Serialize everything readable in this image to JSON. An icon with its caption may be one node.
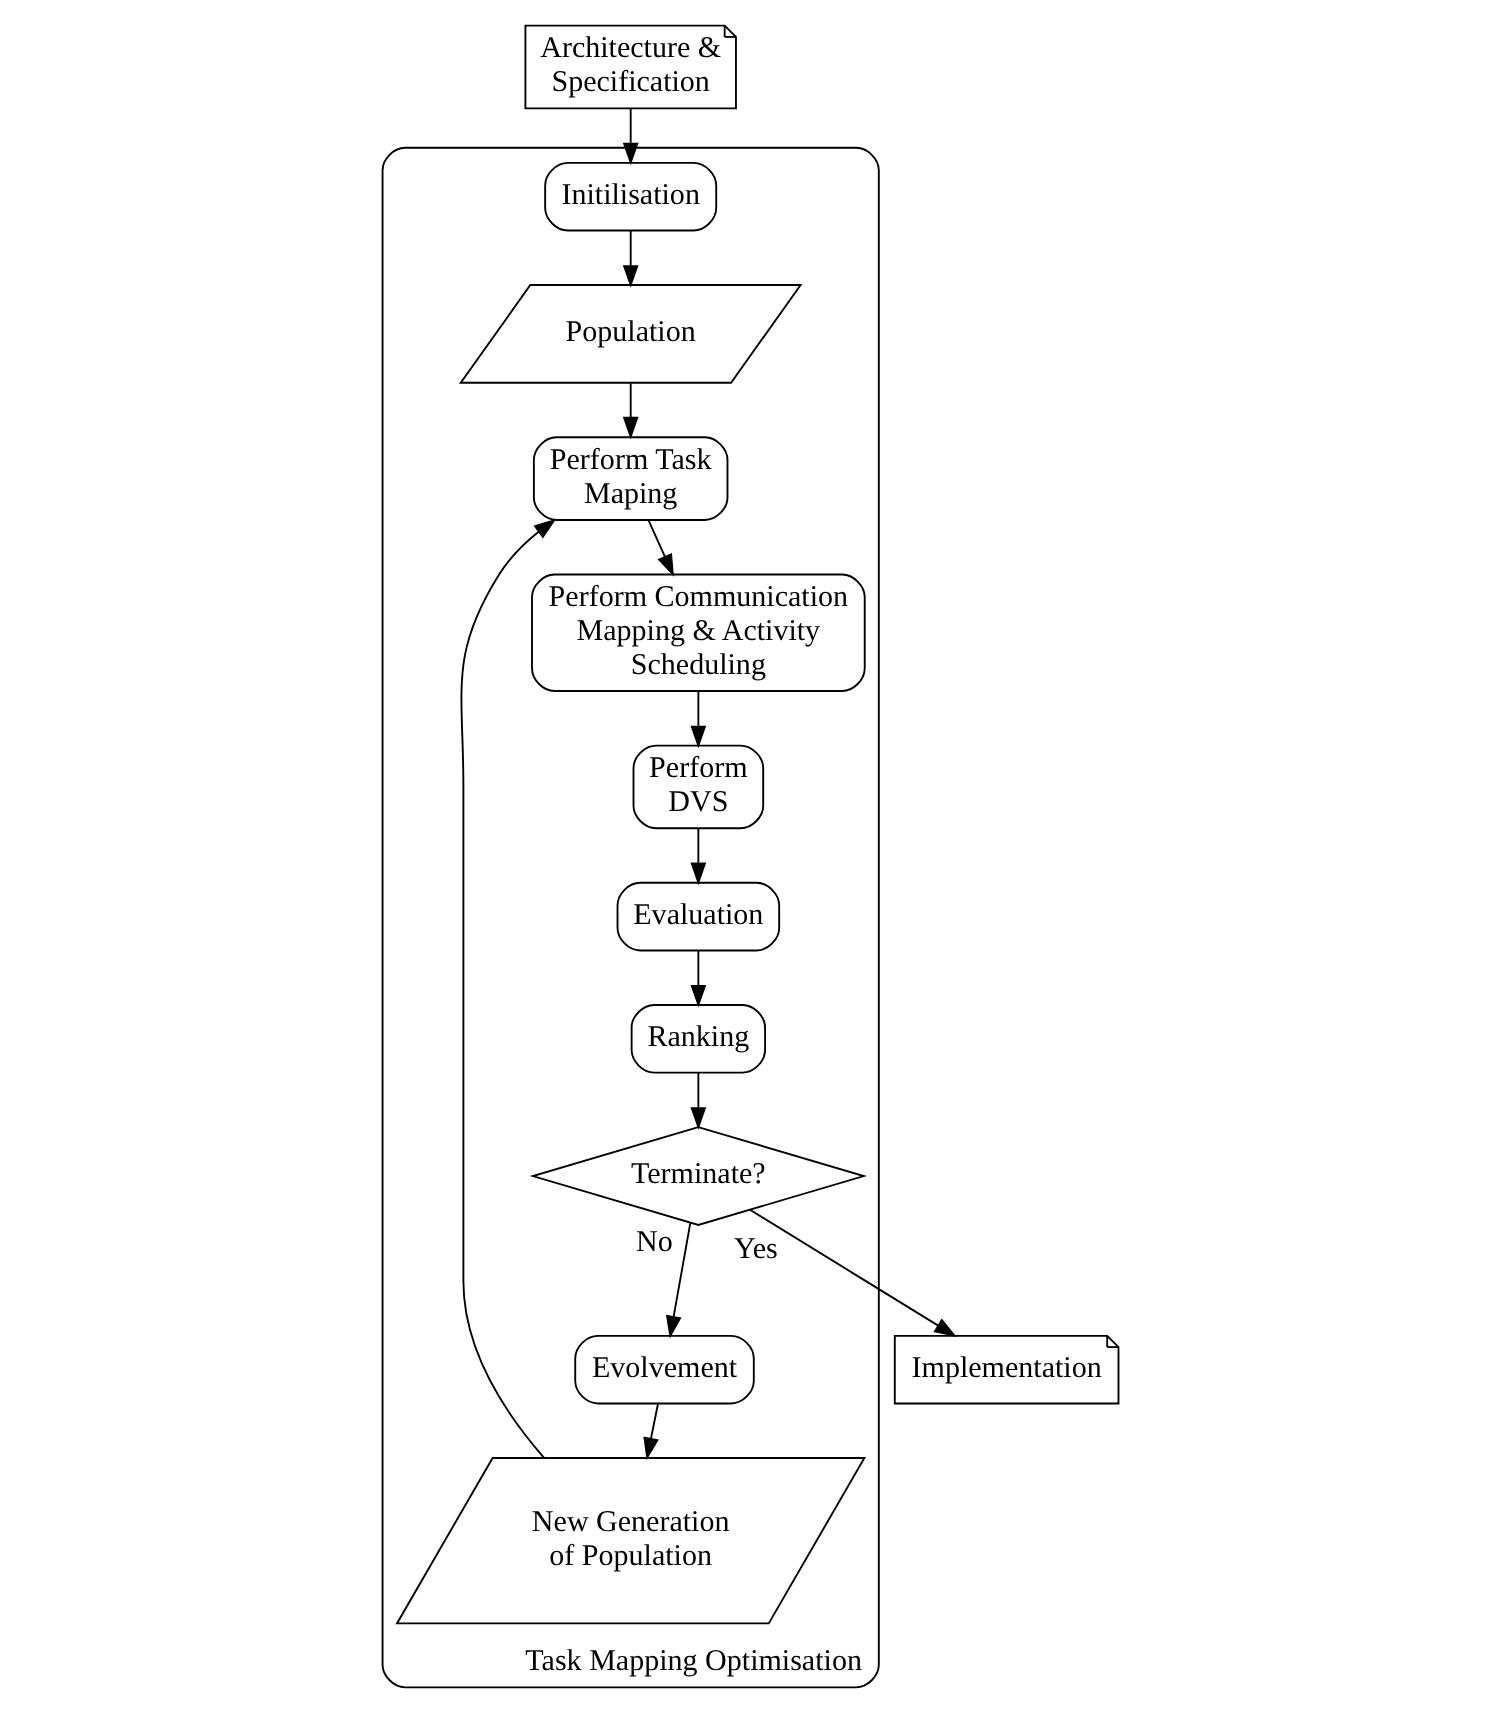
{
  "diagram": {
    "nodes": [
      {
        "text": [
          "Architecture & Specification"
        ]
      },
      {
        "text": [
          "Task Mapping Optimisation"
        ]
      },
      {
        "text": [
          "Initilisation"
        ],
        "in": 1
      },
      {
        "text": [
          "Population"
        ],
        "in": 1
      },
      {
        "text": [
          "Perform Task Maping"
        ],
        "in": 1
      },
      {
        "text": [
          "Perform Communication Mapping & Activity Scheduling"
        ],
        "in": 1
      },
      {
        "text": [
          "Perform DVS"
        ],
        "in": 1
      },
      {
        "text": [
          "Evaluation"
        ],
        "in": 1
      },
      {
        "text": [
          "Ranking"
        ],
        "in": 1
      },
      {
        "text": [
          "Terminate?"
        ],
        "in": 1
      },
      {
        "text": [
          "Evolvement"
        ],
        "in": 1
      },
      {
        "text": [
          "New Generation of Population"
        ],
        "in": 1
      },
      {
        "text": [
          "Implementation"
        ]
      }
    ],
    "edges": [
      {
        "from": 0,
        "to": 2,
        "arrow": "to"
      },
      {
        "from": 2,
        "to": 3,
        "arrow": "to"
      },
      {
        "from": 3,
        "to": 4,
        "arrow": "to"
      },
      {
        "from": 4,
        "to": 5,
        "arrow": "to"
      },
      {
        "from": 5,
        "to": 6,
        "arrow": "to"
      },
      {
        "from": 6,
        "to": 7,
        "arrow": "to"
      },
      {
        "from": 7,
        "to": 8,
        "arrow": "to"
      },
      {
        "from": 8,
        "to": 9,
        "arrow": "to"
      },
      {
        "from": 9,
        "to": 10,
        "arrow": "to",
        "label": "No"
      },
      {
        "from": 10,
        "to": 11,
        "arrow": "to"
      },
      {
        "from": 11,
        "to": 4,
        "arrow": "to"
      },
      {
        "from": 9,
        "to": 12,
        "arrow": "to",
        "label": "Yes"
      }
    ]
  }
}
